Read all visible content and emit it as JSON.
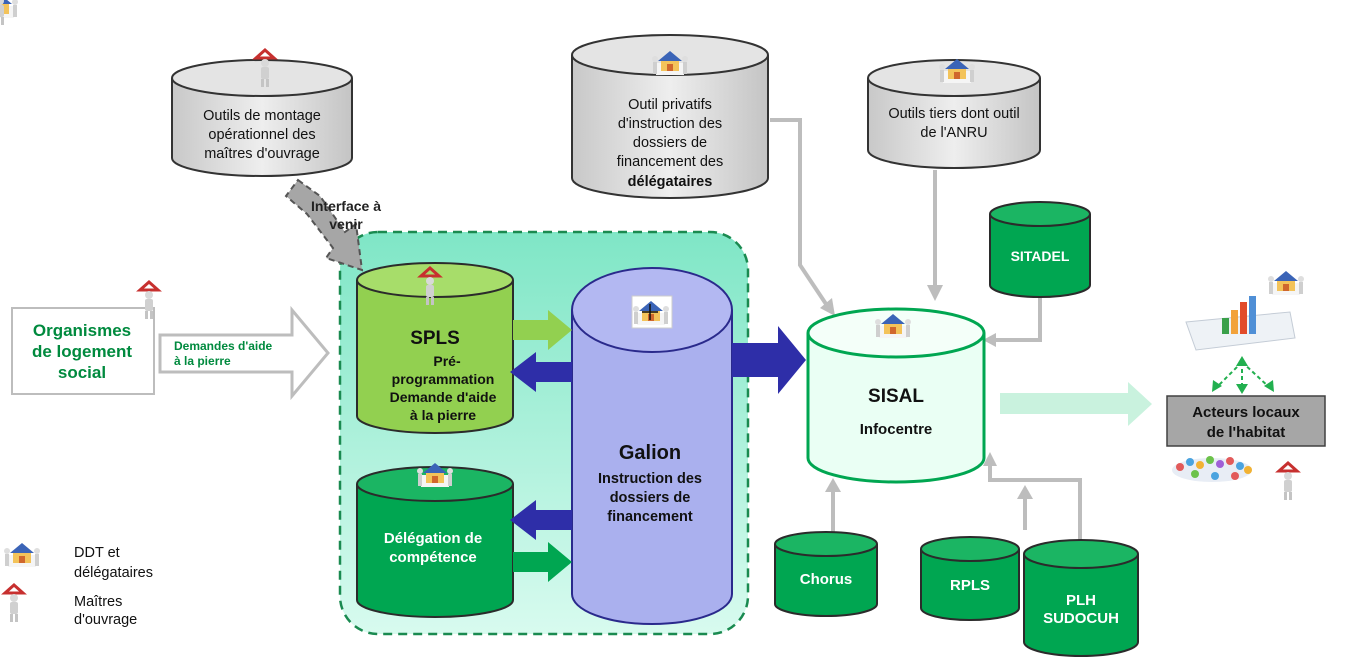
{
  "sources": {
    "montage": {
      "lines": [
        "Outils de montage",
        "opérationnel des",
        "maîtres d'ouvrage"
      ]
    },
    "privatifs": {
      "lines": [
        "Outil privatifs",
        "d'instruction des",
        "dossiers de",
        "financement des"
      ],
      "bold_line": "délégataires"
    },
    "tiers": {
      "lines": [
        "Outils tiers dont outil",
        "de l'ANRU"
      ]
    }
  },
  "interface_label": [
    "Interface à",
    "venir"
  ],
  "organismes": {
    "lines": [
      "Organismes",
      "de logement",
      "social"
    ]
  },
  "demandes_arrow": [
    "Demandes d'aide",
    "à la pierre"
  ],
  "spls": {
    "title": "SPLS",
    "lines": [
      "Pré-",
      "programmation",
      "Demande d'aide",
      "à la pierre"
    ]
  },
  "delegation": {
    "lines": [
      "Délégation de",
      "compétence"
    ]
  },
  "galion": {
    "title": "Galion",
    "lines": [
      "Instruction des",
      "dossiers de",
      "financement"
    ]
  },
  "sisal": {
    "title": "SISAL",
    "subtitle": "Infocentre"
  },
  "sitadel": {
    "label": "SITADEL"
  },
  "chorus": {
    "label": "Chorus"
  },
  "rpls": {
    "label": "RPLS"
  },
  "plh": {
    "lines": [
      "PLH",
      "SUDOCUH"
    ]
  },
  "acteurs": {
    "lines": [
      "Acteurs locaux",
      "de l'habitat"
    ]
  },
  "legend": [
    {
      "icon": "ddt-house-icon",
      "lines": [
        "DDT et",
        "délégataires"
      ]
    },
    {
      "icon": "owner-house-icon",
      "lines": [
        "Maîtres",
        "d'ouvrage"
      ]
    }
  ],
  "colors": {
    "grey_db": "#d9d9d9",
    "green_db": "#00a651",
    "light_green_db": "#92d050",
    "galion": "#aab0ee",
    "navy_arrow": "#2e2ea8",
    "green_text": "#008a3e",
    "zone_fill": "#b9f2df"
  }
}
